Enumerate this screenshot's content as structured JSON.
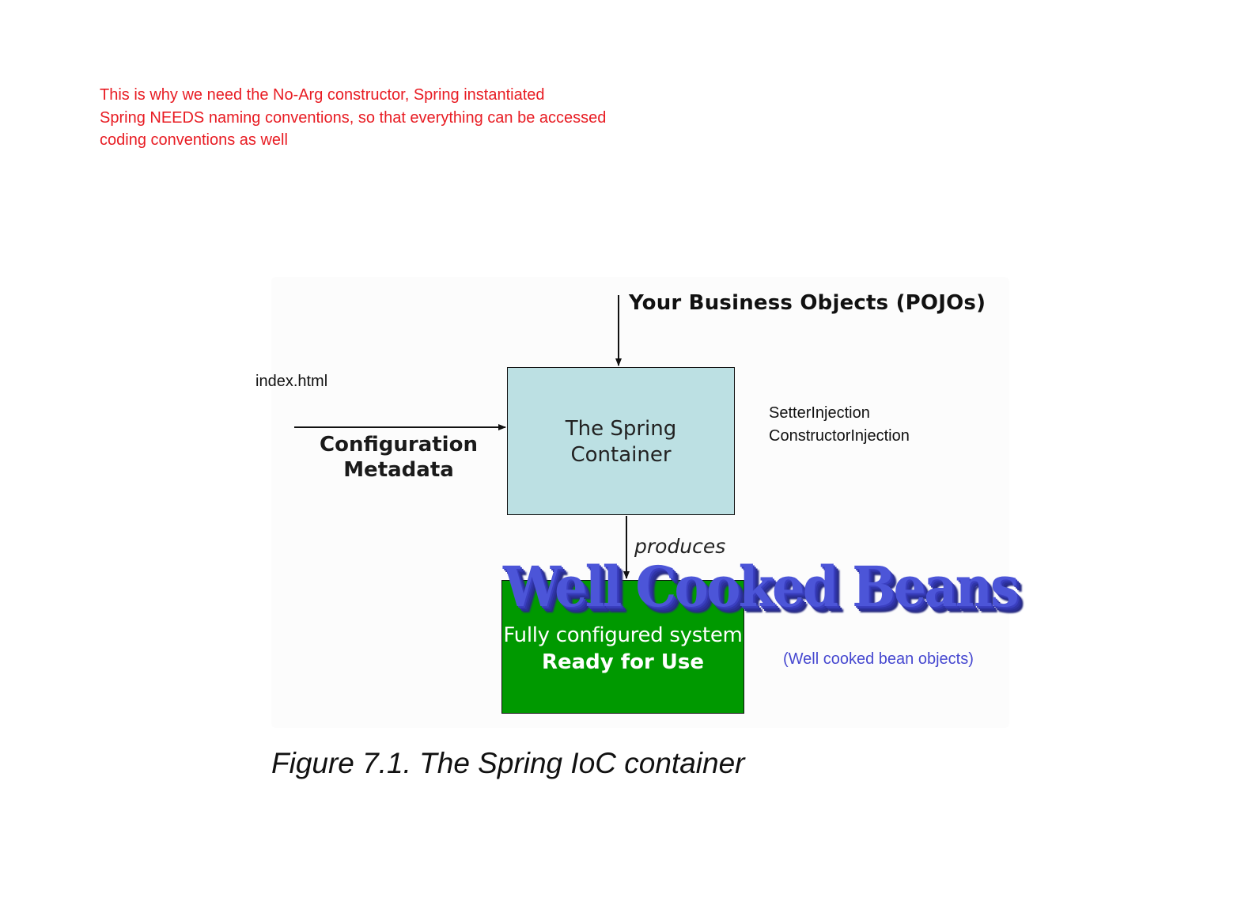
{
  "annotation_note": {
    "lines": [
      "This is why we need the No-Arg constructor, Spring instantiated",
      "Spring NEEDS naming conventions, so that everything can be accessed",
      "coding conventions as well"
    ],
    "color": "#e81c23"
  },
  "diagram": {
    "pojo_label": "Your Business Objects (POJOs)",
    "config_metadata_label": [
      "Configuration",
      "Metadata"
    ],
    "container_label": [
      "The Spring",
      "Container"
    ],
    "container_color": "#bce0e3",
    "produces_label": "produces",
    "output_label": {
      "line1": "Fully configured system",
      "line2": "Ready for Use"
    },
    "output_color": "#009900"
  },
  "handwritten": {
    "index_label": "index.html",
    "injection_labels": [
      "SetterInjection",
      "ConstructorInjection"
    ],
    "wordart_title": "Well Cooked Beans",
    "wordart_color": "#4c55d8",
    "beans_caption": "(Well cooked bean objects)",
    "beans_caption_color": "#4648d0"
  },
  "figure_caption": "Figure 7.1. The Spring IoC container"
}
